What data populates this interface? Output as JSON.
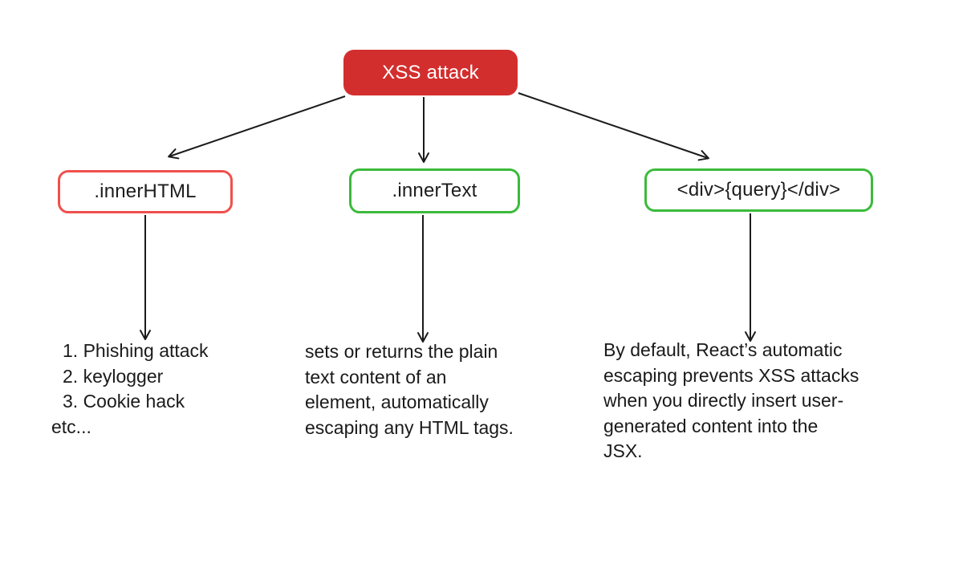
{
  "colors": {
    "background": "#ffffff",
    "root_fill": "#d32e2e",
    "root_text": "#ffffff",
    "danger_border": "#f0504b",
    "safe_border": "#3bbb3b",
    "body_text": "#1a1a1a",
    "arrow": "#1b1b1b"
  },
  "root": {
    "label": "XSS attack"
  },
  "nodes": [
    {
      "label": ".innerHTML",
      "variant": "danger"
    },
    {
      "label": ".innerText",
      "variant": "safe"
    },
    {
      "label": "<div>{query}</div>",
      "variant": "safe"
    }
  ],
  "notes": [
    {
      "lines": [
        "1. Phishing attack",
        "2. keylogger",
        "3. Cookie hack",
        "etc..."
      ]
    },
    {
      "lines": [
        "sets or returns the plain",
        "text content of an",
        "element, automatically",
        "escaping any HTML tags."
      ]
    },
    {
      "lines": [
        "By default, React’s automatic",
        "escaping prevents XSS attacks",
        "when you directly insert user-",
        "generated content into the",
        "JSX."
      ]
    }
  ]
}
